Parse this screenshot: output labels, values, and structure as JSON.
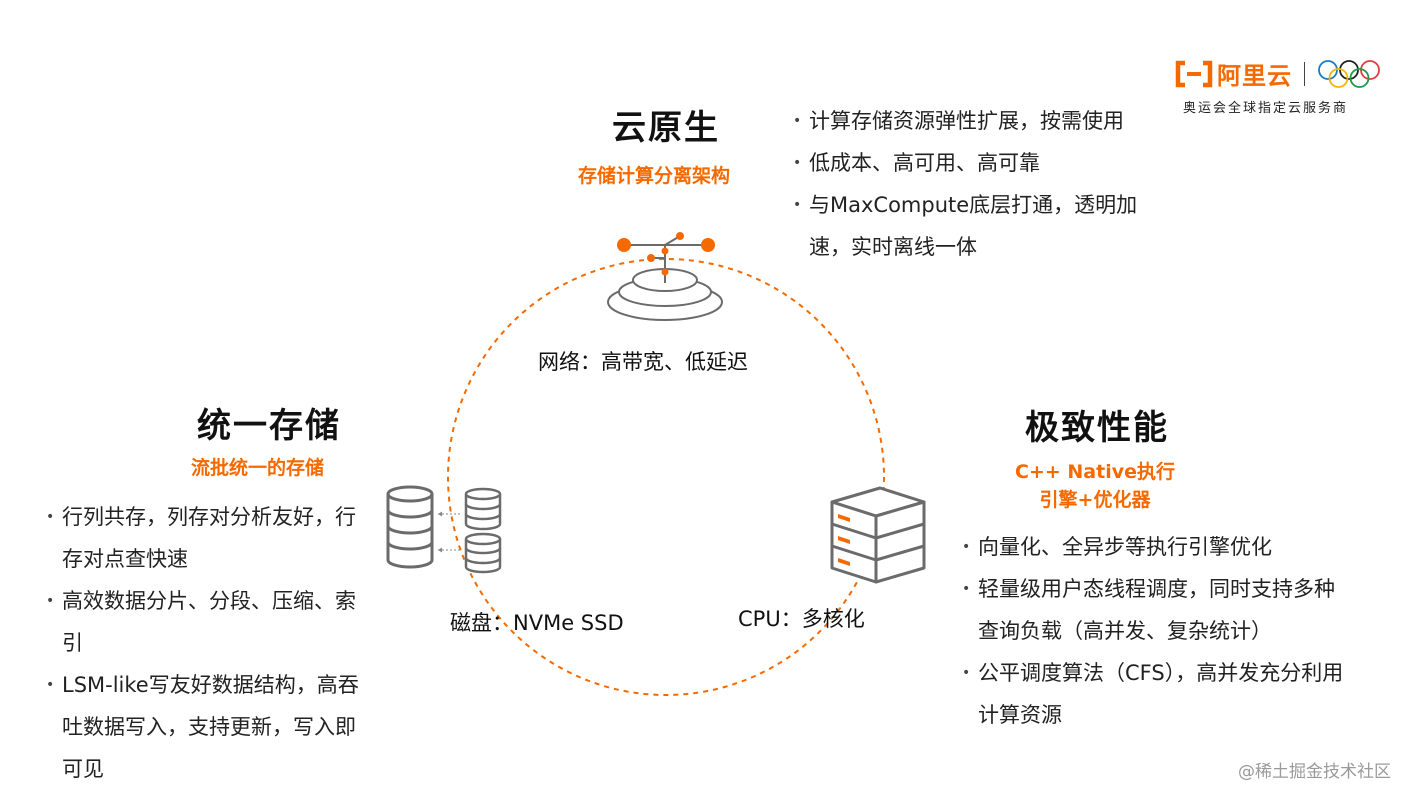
{
  "logo": {
    "brand": "阿里云",
    "tagline": "奥运会全球指定云服务商"
  },
  "top": {
    "title": "云原生",
    "subtitle": "存储计算分离架构",
    "bullets": [
      "计算存储资源弹性扩展，按需使用",
      "低成本、高可用、高可靠",
      "与MaxCompute底层打通，透明加速，实时离线一体"
    ],
    "label": "网络：高带宽、低延迟"
  },
  "left": {
    "title": "统一存储",
    "subtitle": "流批统一的存储",
    "bullets": [
      "行列共存，列存对分析友好，行存对点查快速",
      "高效数据分片、分段、压缩、索引",
      "LSM-like写友好数据结构，高吞吐数据写入，支持更新，写入即可见"
    ],
    "label": "磁盘：NVMe SSD"
  },
  "right": {
    "title": "极致性能",
    "subtitle_line1": "C++ Native执行",
    "subtitle_line2": "引擎+优化器",
    "bullets": [
      "向量化、全异步等执行引擎优化",
      "轻量级用户态线程调度，同时支持多种查询负载（高并发、复杂统计）",
      "公平调度算法（CFS），高并发充分利用计算资源"
    ],
    "label": "CPU：多核化"
  },
  "icons": {
    "network": "network-icon",
    "disk": "database-icon",
    "cpu": "server-icon",
    "logo": "aliyun-logo-icon",
    "olympic": "olympic-rings-icon"
  },
  "colors": {
    "accent": "#f56a00",
    "icon_gray": "#6b6b6b"
  },
  "watermark": "@稀土掘金技术社区"
}
